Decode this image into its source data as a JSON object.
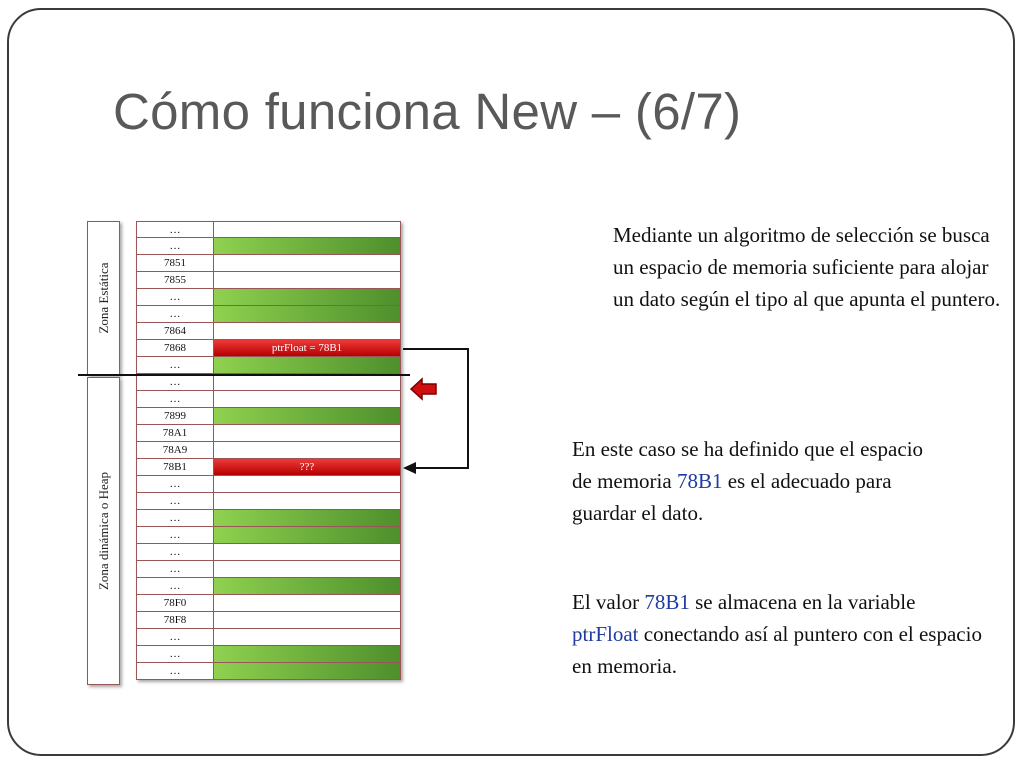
{
  "title": "Cómo funciona New – (6/7)",
  "zones": {
    "static": "Zona Estática",
    "heap": "Zona dinámica o Heap"
  },
  "memory_rows": [
    {
      "addr": "…",
      "content": "",
      "fill": "white"
    },
    {
      "addr": "…",
      "content": "",
      "fill": "green"
    },
    {
      "addr": "7851",
      "content": "",
      "fill": "white"
    },
    {
      "addr": "7855",
      "content": "",
      "fill": "white"
    },
    {
      "addr": "…",
      "content": "",
      "fill": "green"
    },
    {
      "addr": "…",
      "content": "",
      "fill": "green"
    },
    {
      "addr": "7864",
      "content": "",
      "fill": "white"
    },
    {
      "addr": "7868",
      "content": "ptrFloat  = 78B1",
      "fill": "red"
    },
    {
      "addr": "…",
      "content": "",
      "fill": "green"
    },
    {
      "addr": "…",
      "content": "",
      "fill": "white"
    },
    {
      "addr": "…",
      "content": "",
      "fill": "white"
    },
    {
      "addr": "7899",
      "content": "",
      "fill": "green"
    },
    {
      "addr": "78A1",
      "content": "",
      "fill": "white"
    },
    {
      "addr": "78A9",
      "content": "",
      "fill": "white"
    },
    {
      "addr": "78B1",
      "content": "???",
      "fill": "red"
    },
    {
      "addr": "…",
      "content": "",
      "fill": "white"
    },
    {
      "addr": "…",
      "content": "",
      "fill": "white"
    },
    {
      "addr": "…",
      "content": "",
      "fill": "green"
    },
    {
      "addr": "…",
      "content": "",
      "fill": "green"
    },
    {
      "addr": "…",
      "content": "",
      "fill": "white"
    },
    {
      "addr": "…",
      "content": "",
      "fill": "white"
    },
    {
      "addr": "…",
      "content": "",
      "fill": "green"
    },
    {
      "addr": "78F0",
      "content": "",
      "fill": "white"
    },
    {
      "addr": "78F8",
      "content": "",
      "fill": "white"
    },
    {
      "addr": "…",
      "content": "",
      "fill": "white"
    },
    {
      "addr": "…",
      "content": "",
      "fill": "green"
    },
    {
      "addr": "…",
      "content": "",
      "fill": "green"
    }
  ],
  "paragraphs": {
    "p1": "Mediante un algoritmo de selección se busca un espacio de memoria suficiente para alojar un dato según el tipo al que apunta el puntero.",
    "p2_a": "En este caso se ha definido que el espacio de memoria ",
    "p2_hl": "78B1",
    "p2_b": " es el adecuado para guardar el dato.",
    "p3_a": "El valor ",
    "p3_hl1": "78B1",
    "p3_b": " se almacena en la variable ",
    "p3_hl2": "ptrFloat",
    "p3_c": " conectando así al puntero con el espacio en memoria."
  },
  "colors": {
    "highlight": "#1f3aa0",
    "pointer_red": "#d01010",
    "heap_green": "#6fb23c",
    "title_gray": "#595959"
  },
  "icons": {
    "arrow": "left-arrow-icon"
  }
}
